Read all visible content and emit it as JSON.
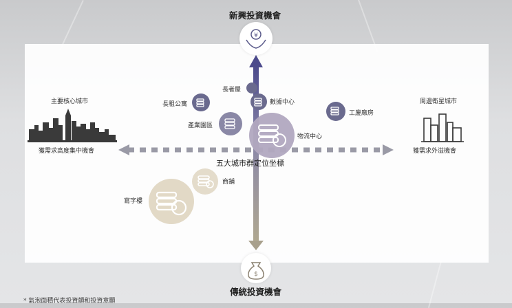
{
  "title_top": "新興投資機會",
  "title_bottom": "傳統投資機會",
  "center_caption": "五大城市群定位坐標",
  "left_header": "主要核心城市",
  "left_footer": "獲需求高度集中機會",
  "right_header": "周邊衛星城市",
  "right_footer": "獲需求外溢機會",
  "categories": [
    {
      "key": "elderly",
      "label": "長者屋"
    },
    {
      "key": "rental",
      "label": "長租公寓"
    },
    {
      "key": "datacenter",
      "label": "數據中心"
    },
    {
      "key": "factory",
      "label": "工廈廠房"
    },
    {
      "key": "industrial_park",
      "label": "產業園區"
    },
    {
      "key": "logistics",
      "label": "物流中心"
    },
    {
      "key": "retail",
      "label": "商舖"
    },
    {
      "key": "office",
      "label": "寫字樓"
    }
  ],
  "footnote": "* 氣泡面積代表投資額和投資意願",
  "colors": {
    "new_arrow": "#4c4a8c",
    "old_arrow": "#a8a08c",
    "dashed": "#9a9aa6",
    "bubble_purple": "#6a6a8e",
    "bubble_gold": "#b8a78a"
  }
}
